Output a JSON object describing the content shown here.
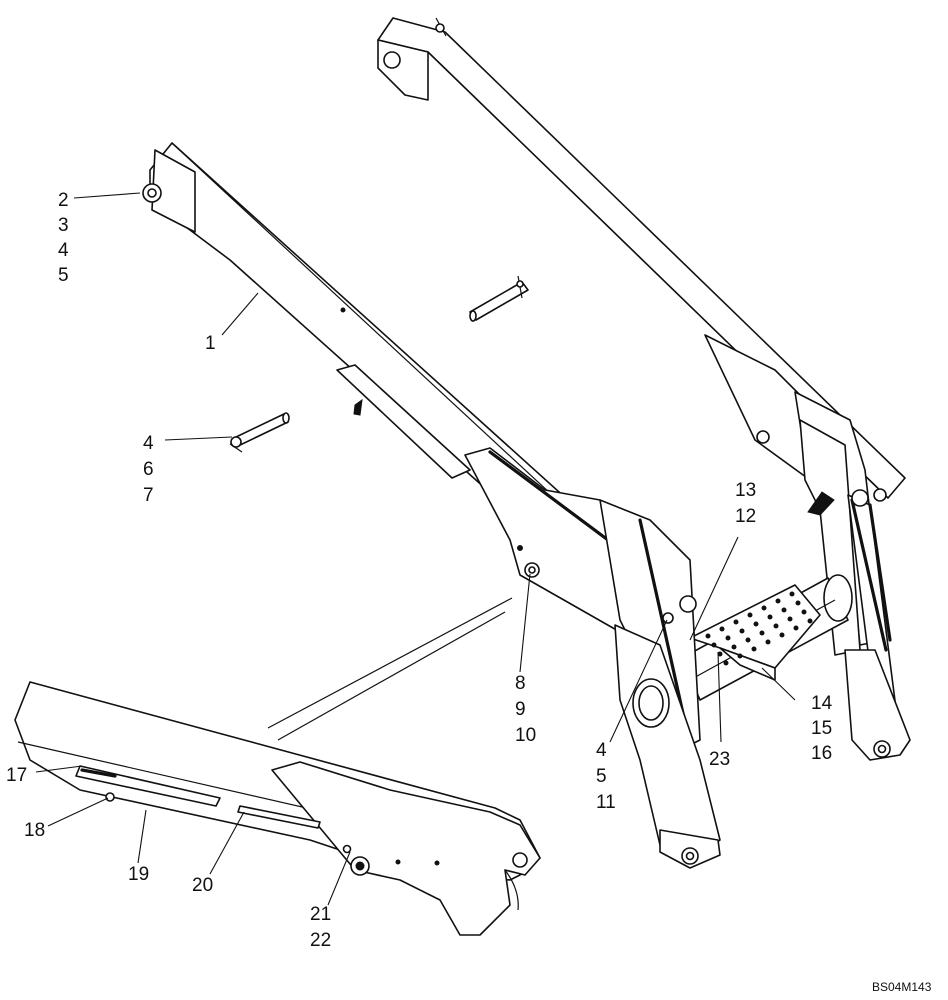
{
  "drawing_code": "BS04M143",
  "callouts": [
    {
      "id": "c1",
      "lines": [
        "1"
      ]
    },
    {
      "id": "c2",
      "lines": [
        "2",
        "3",
        "4",
        "5"
      ]
    },
    {
      "id": "c3",
      "lines": [
        "4",
        "6",
        "7"
      ]
    },
    {
      "id": "c4",
      "lines": [
        "8",
        "9",
        "10"
      ]
    },
    {
      "id": "c5",
      "lines": [
        "13",
        "12"
      ]
    },
    {
      "id": "c6",
      "lines": [
        "4",
        "5",
        "11"
      ]
    },
    {
      "id": "c7",
      "lines": [
        "23"
      ]
    },
    {
      "id": "c8",
      "lines": [
        "14",
        "15",
        "16"
      ]
    },
    {
      "id": "c9",
      "lines": [
        "17"
      ]
    },
    {
      "id": "c10",
      "lines": [
        "18"
      ]
    },
    {
      "id": "c11",
      "lines": [
        "19"
      ]
    },
    {
      "id": "c12",
      "lines": [
        "20"
      ]
    },
    {
      "id": "c13",
      "lines": [
        "21",
        "22"
      ]
    }
  ]
}
